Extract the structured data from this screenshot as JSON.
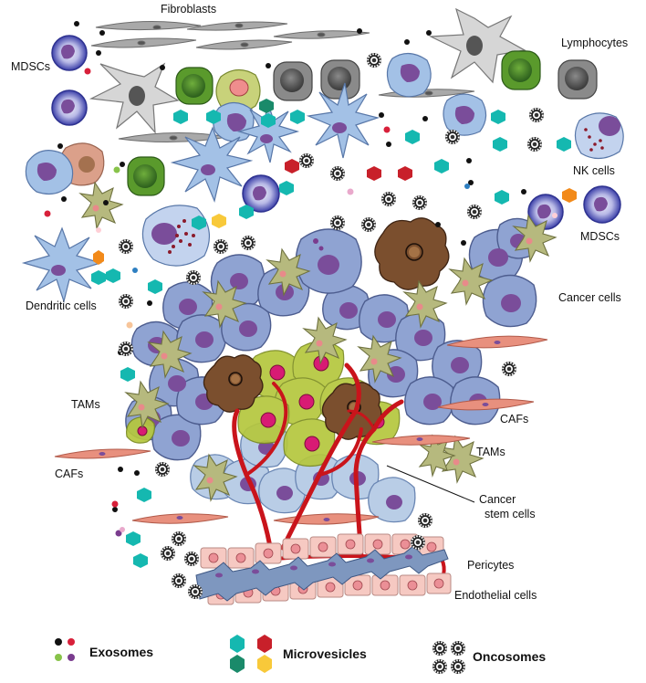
{
  "labels": {
    "fibroblasts": "Fibroblasts",
    "mdscs_top": "MDSCs",
    "lymphocytes": "Lymphocytes",
    "nk_cells": "NK cells",
    "mdscs_right": "MDSCs",
    "dendritic_cells": "Dendritic cells",
    "cancer_cells": "Cancer cells",
    "tams_left": "TAMs",
    "cafs_right": "CAFs",
    "tams_right": "TAMs",
    "cafs_left": "CAFs",
    "cancer_stem_cells_line1": "Cancer",
    "cancer_stem_cells_line2": "stem cells",
    "pericytes": "Pericytes",
    "endothelial_cells": "Endothelial cells"
  },
  "legend": {
    "exosomes": "Exosomes",
    "microvesicles": "Microvesicles",
    "oncosomes": "Oncosomes"
  },
  "colors": {
    "cancer_cell": "#8fa3d2",
    "nucleus": "#7a4d9a",
    "stem_cell": "#b9cde6",
    "green_cell": "#b5c73d",
    "nucleus_pink": "#d81b74",
    "brown_cell": "#7b4f2e",
    "caf": "#e8907e",
    "vessel": "#c9141b",
    "microvesicle_teal": "#15b8b0",
    "microvesicle_red": "#c8202a",
    "microvesicle_green": "#1a8a6a",
    "microvesicle_yellow": "#f8c93a",
    "exosome_black": "#111111",
    "exosome_red": "#d8203a",
    "exosome_green": "#88c34a",
    "exosome_purple": "#7a3c8e"
  }
}
